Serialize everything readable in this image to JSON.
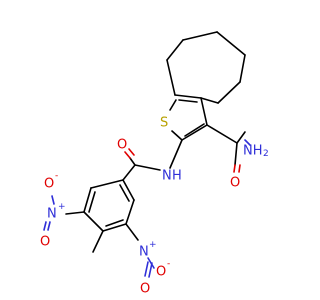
{
  "molecule": {
    "atoms": {
      "S": "S",
      "NH_amide": "N",
      "H_amide": "H",
      "O_amide": "O",
      "NH2": "NH",
      "NH2_sub": "2",
      "O_carboxamide": "O",
      "N1": "N",
      "N1_charge": "+",
      "O1a": "O",
      "O1a_charge": "-",
      "O1b": "O",
      "N2": "N",
      "N2_charge": "+",
      "O2a": "O",
      "O2a_charge": "-",
      "O2b": "O"
    },
    "colors": {
      "carbon": "#000000",
      "oxygen": "#e00000",
      "nitrogen": "#2f2fd8",
      "sulfur": "#b8a100"
    }
  }
}
